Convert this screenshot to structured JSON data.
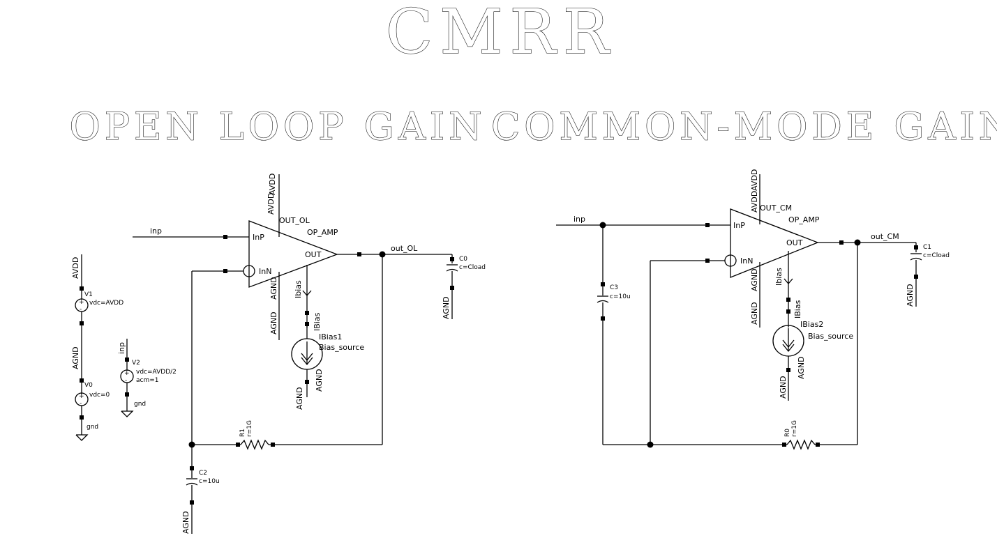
{
  "title": "CMRR",
  "left_heading": "OPEN LOOP GAIN",
  "right_heading": "COMMON-MODE GAIN",
  "open_loop": {
    "inp_label": "inp",
    "inp_pin": "InP",
    "inn_pin": "InN",
    "out_pin": "OUT",
    "out_ol_pin": "OUT_OL",
    "cell_name": "OP_AMP",
    "avdd1": "AVDD",
    "avdd2": "AVDD",
    "agnd_pin1": "AGND",
    "agnd_pin2": "AGND",
    "ibias_pin": "Ibias",
    "out_net": "out_OL",
    "c0_name": "C0",
    "c0_val": "c=Cload",
    "c0_gnd": "AGND",
    "ibias_src_pin": "IBias",
    "ibias_inst": "IBias1",
    "ibias_cell": "Bias_source",
    "bias_gnd1": "AGND",
    "bias_gnd2": "AGND",
    "r1_name": "R1",
    "r1_val": "r=1G",
    "c2_name": "C2",
    "c2_val": "c=10u",
    "c2_gnd": "AGND"
  },
  "sources": {
    "avdd": "AVDD",
    "v1_name": "V1",
    "v1_val": "vdc=AVDD",
    "agnd": "AGND",
    "v0_name": "V0",
    "v0_val": "vdc=0",
    "gnd1": "gnd",
    "inp": "inp",
    "v2_name": "V2",
    "v2_val1": "vdc=AVDD/2",
    "v2_val2": "acm=1",
    "gnd2": "gnd"
  },
  "common_mode": {
    "inp_label": "inp",
    "inp_pin": "InP",
    "inn_pin": "InN",
    "out_pin": "OUT",
    "out_cm_pin": "OUT_CM",
    "cell_name": "OP_AMP",
    "avdd_pins": "AVDDAVDD",
    "agnd_pin1": "AGND",
    "agnd_pin2": "AGND",
    "ibias_pin": "Ibias",
    "out_net": "out_CM",
    "c1_name": "C1",
    "c1_val": "c=Cload",
    "c1_gnd": "AGND",
    "c3_name": "C3",
    "c3_val": "c=10u",
    "ibias_src_pin": "IBias",
    "ibias_inst": "IBias2",
    "ibias_cell": "Bias_source",
    "bias_gnd1": "AGND",
    "bias_gnd2": "AGND",
    "r0_name": "R0",
    "r0_val": "r=1G"
  }
}
